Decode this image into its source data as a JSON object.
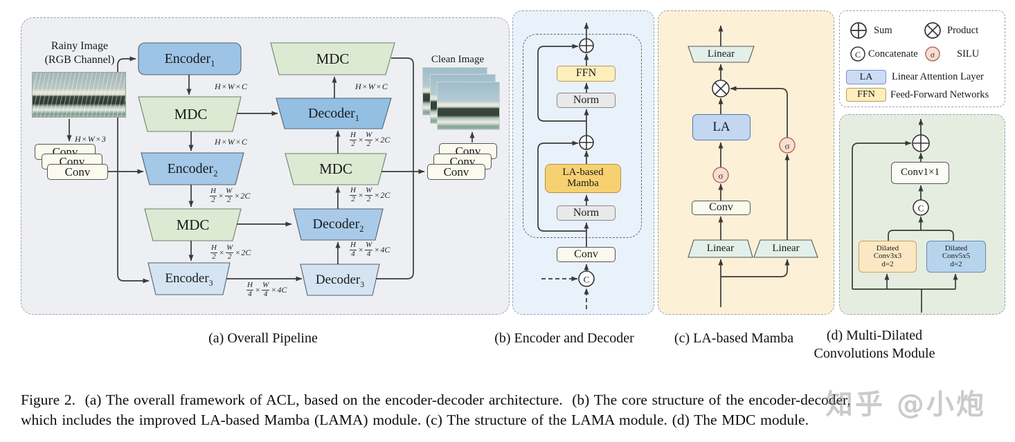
{
  "figure": {
    "caption_line1": "Figure 2.  (a) The overall framework of ACL, based on the encoder-decoder architecture.  (b) The core structure of the encoder-decoder,",
    "caption_line2": "which includes the improved LA-based Mamba (LAMA) module. (c) The structure of the LAMA module. (d) The MDC module."
  },
  "watermark": "知乎 @小炮",
  "icons": {
    "sum": "+",
    "product": "×",
    "concat": "C",
    "silu": "σ"
  },
  "colors": {
    "panel_a_bg": "#edeff3",
    "panel_b_bg": "#e9f1fb",
    "panel_c_bg": "#fcf0d6",
    "panel_d_bg": "#e5ede1",
    "legend_bg": "#ffffff",
    "encoder_blue": "#9dc4e6",
    "decoder_blue": "#93bfe3",
    "light_blue": "#d4e4f2",
    "mdc_green": "#dcead3",
    "conv_cream": "#fbfaee",
    "ffn_yellow": "#fdeebb",
    "mamba_gold": "#f7d171",
    "norm_gray": "#e9e9e9",
    "la_blue": "#c3d7f2",
    "linear_green": "#e3f0e9",
    "sigma_pink": "#f9ddd3",
    "dilated3_yellow": "#fbe7c3",
    "dilated5_blue": "#b7d4ed"
  },
  "panel_a": {
    "caption": "(a) Overall Pipeline",
    "rainy_label_line1": "Rainy Image",
    "rainy_label_line2": "(RGB Channel)",
    "clean_label": "Clean Image",
    "conv": "Conv",
    "mdc": "MDC",
    "encoder": "Encoder",
    "decoder": "Decoder",
    "enc_subs": [
      "1",
      "2",
      "3"
    ],
    "dec_subs": [
      "1",
      "2",
      "3"
    ],
    "dims": {
      "input": "H×W×3",
      "left1": "H×W×C",
      "left2": "H×W×C",
      "left3": "H/2×W/2×2C",
      "left4": "H/2×W/2×2C",
      "bottom": "H/4×W/4×4C",
      "right1": "H×W×C",
      "right2": "H/2×W/2×2C",
      "right3": "H/2×W/2×2C",
      "right4": "H/4×W/4×4C"
    }
  },
  "panel_b": {
    "caption": "(b) Encoder and Decoder",
    "ffn": "FFN",
    "norm": "Norm",
    "mamba_line1": "LA-based",
    "mamba_line2": "Mamba",
    "conv": "Conv"
  },
  "panel_c": {
    "caption": "(c) LA-based Mamba",
    "linear": "Linear",
    "la": "LA",
    "conv": "Conv"
  },
  "panel_d": {
    "caption_line1": "(d) Multi-Dilated",
    "caption_line2": "Convolutions Module",
    "conv1x1": "Conv1×1",
    "concat": "C",
    "dilated3_line1": "Dilated",
    "dilated3_line2": "Conv3x3",
    "dilated3_line3": "d=2",
    "dilated5_line1": "Dilated",
    "dilated5_line2": "Conv5x5",
    "dilated5_line3": "d=2"
  },
  "legend": {
    "sum": "Sum",
    "product": "Product",
    "concatenate": "Concatenate",
    "silu": "SILU",
    "la_chip": "LA",
    "la_label": "Linear Attention Layer",
    "ffn_chip": "FFN",
    "ffn_label": "Feed-Forward Networks"
  }
}
